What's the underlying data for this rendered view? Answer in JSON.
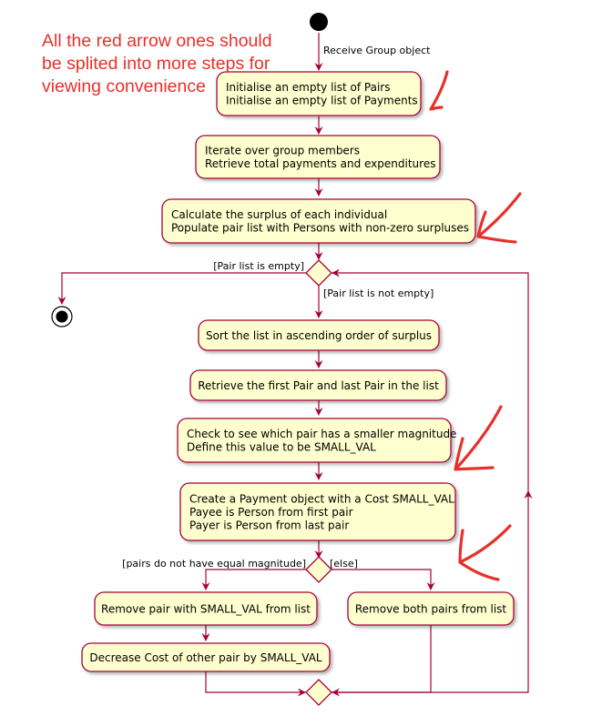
{
  "start_label": "Receive Group object",
  "annotation_lines": [
    "All the red arrow ones should",
    "be splited into more steps for",
    "viewing convenience"
  ],
  "activities": {
    "init_lists": [
      "Initialise an empty list of Pairs",
      "Initialise an empty list of Payments"
    ],
    "iterate_members": [
      "Iterate over group members",
      "Retrieve total payments and expenditures"
    ],
    "calc_surplus": [
      "Calculate the surplus of each individual",
      "Populate pair list with Persons with non-zero surpluses"
    ],
    "sort_list": [
      "Sort the list in ascending order of surplus"
    ],
    "retrieve_pairs": [
      "Retrieve the first Pair and last Pair in the list"
    ],
    "check_magnitude": [
      "Check to see which pair has a smaller magnitude",
      "Define this value to be SMALL_VAL"
    ],
    "create_payment": [
      "Create a Payment object with a Cost SMALL_VAL",
      "Payee is Person from first pair",
      "Payer is Person from last pair"
    ],
    "remove_small_pair": [
      "Remove pair with SMALL_VAL from list"
    ],
    "decrease_cost": [
      "Decrease Cost of other pair by SMALL_VAL"
    ],
    "remove_both_pairs": [
      "Remove both pairs from list"
    ]
  },
  "guards": {
    "list_empty": "[Pair list is empty]",
    "list_not_empty": "[Pair list is not empty]",
    "not_equal_magnitude": "[pairs do not have equal magnitude]",
    "else": "[else]"
  },
  "colors": {
    "activity_fill": "#fefece",
    "activity_border": "#a80036",
    "annotation_red": "#e8302a"
  }
}
